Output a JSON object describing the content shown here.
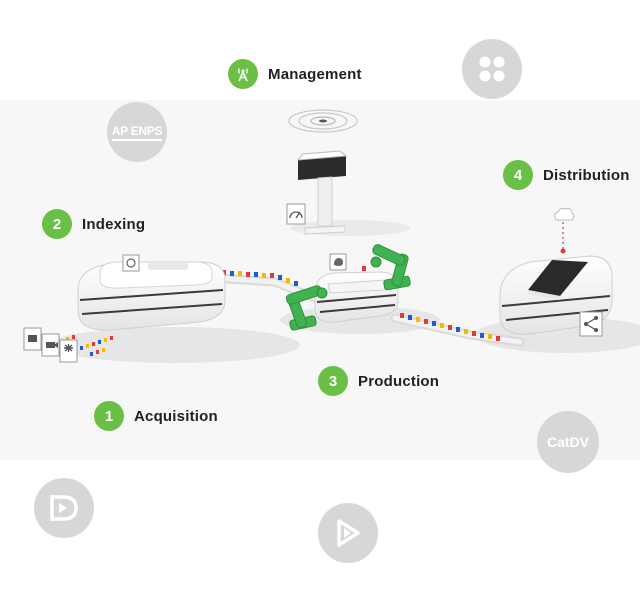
{
  "stages": {
    "management": {
      "label": "Management",
      "icon": "broadcast-tower-icon"
    },
    "acquisition": {
      "number": "1",
      "label": "Acquisition"
    },
    "indexing": {
      "number": "2",
      "label": "Indexing"
    },
    "production": {
      "number": "3",
      "label": "Production"
    },
    "distribution": {
      "number": "4",
      "label": "Distribution"
    }
  },
  "logos": {
    "ap_enps": {
      "text": "AP ENPS"
    },
    "catdv": {
      "text": "CatDV"
    },
    "four_dots": {
      "icon": "four-dots-logo-icon"
    },
    "d_play": {
      "icon": "d-play-logo-icon"
    },
    "play_triangle": {
      "icon": "play-triangle-logo-icon"
    }
  },
  "colors": {
    "stage_green": "#6abf45",
    "logo_grey": "#d7d7d7",
    "robot_arm_green": "#3fb34f",
    "machine_white": "#f4f4f4"
  }
}
